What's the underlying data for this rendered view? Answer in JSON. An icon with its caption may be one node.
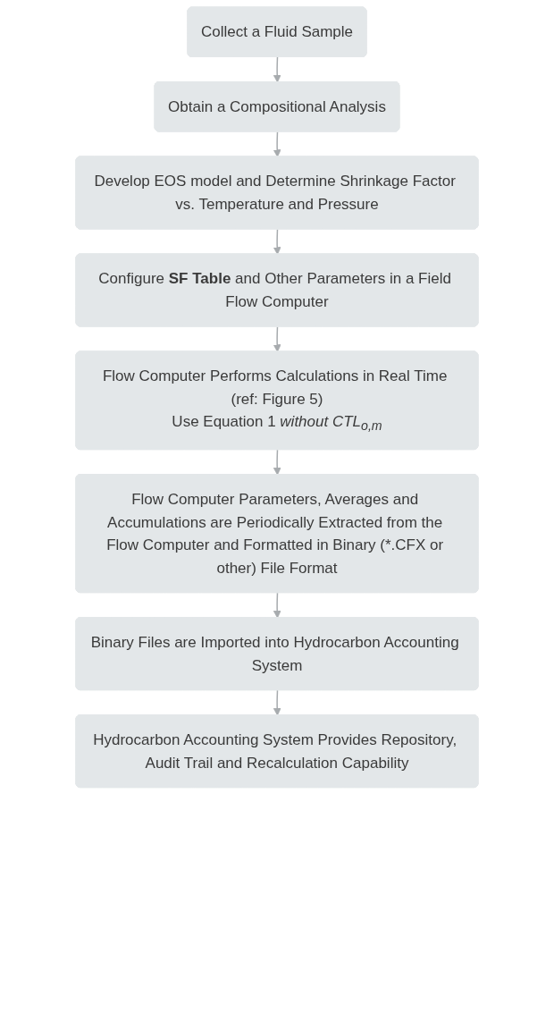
{
  "diagram": {
    "nodes": [
      {
        "text": [
          "Collect a Fluid Sample"
        ]
      },
      {
        "text": [
          "Obtain a Compositional Analysis"
        ]
      },
      {
        "text": [
          "Develop EOS model and Determine Shrinkage Factor vs. Temperature and Pressure"
        ]
      },
      {
        "text": [
          "Configure **SF Table** and Other Parameters in a Field Flow Computer"
        ]
      },
      {
        "text": [
          "Flow Computer Performs Calculations in Real Time (ref: Figure 5)",
          "Use Equation 1 *without CTL*$_{o,m}$"
        ]
      },
      {
        "text": [
          "Flow Computer Parameters, Averages and Accumulations are Periodically Extracted from the Flow Computer and Formatted in Binary (*.CFX or other) File Format"
        ]
      },
      {
        "text": [
          "Binary Files are Imported into Hydrocarbon Accounting System"
        ]
      },
      {
        "text": [
          "Hydrocarbon Accounting System Provides Repository, Audit Trail and Recalculation Capability"
        ]
      }
    ],
    "edges": [
      {
        "from": 0,
        "to": 1,
        "arrow": "to"
      },
      {
        "from": 1,
        "to": 2,
        "arrow": "to"
      },
      {
        "from": 2,
        "to": 3,
        "arrow": "to"
      },
      {
        "from": 3,
        "to": 4,
        "arrow": "to"
      },
      {
        "from": 4,
        "to": 5,
        "arrow": "to"
      },
      {
        "from": 5,
        "to": 6,
        "arrow": "to"
      },
      {
        "from": 6,
        "to": 7,
        "arrow": "to"
      }
    ]
  }
}
